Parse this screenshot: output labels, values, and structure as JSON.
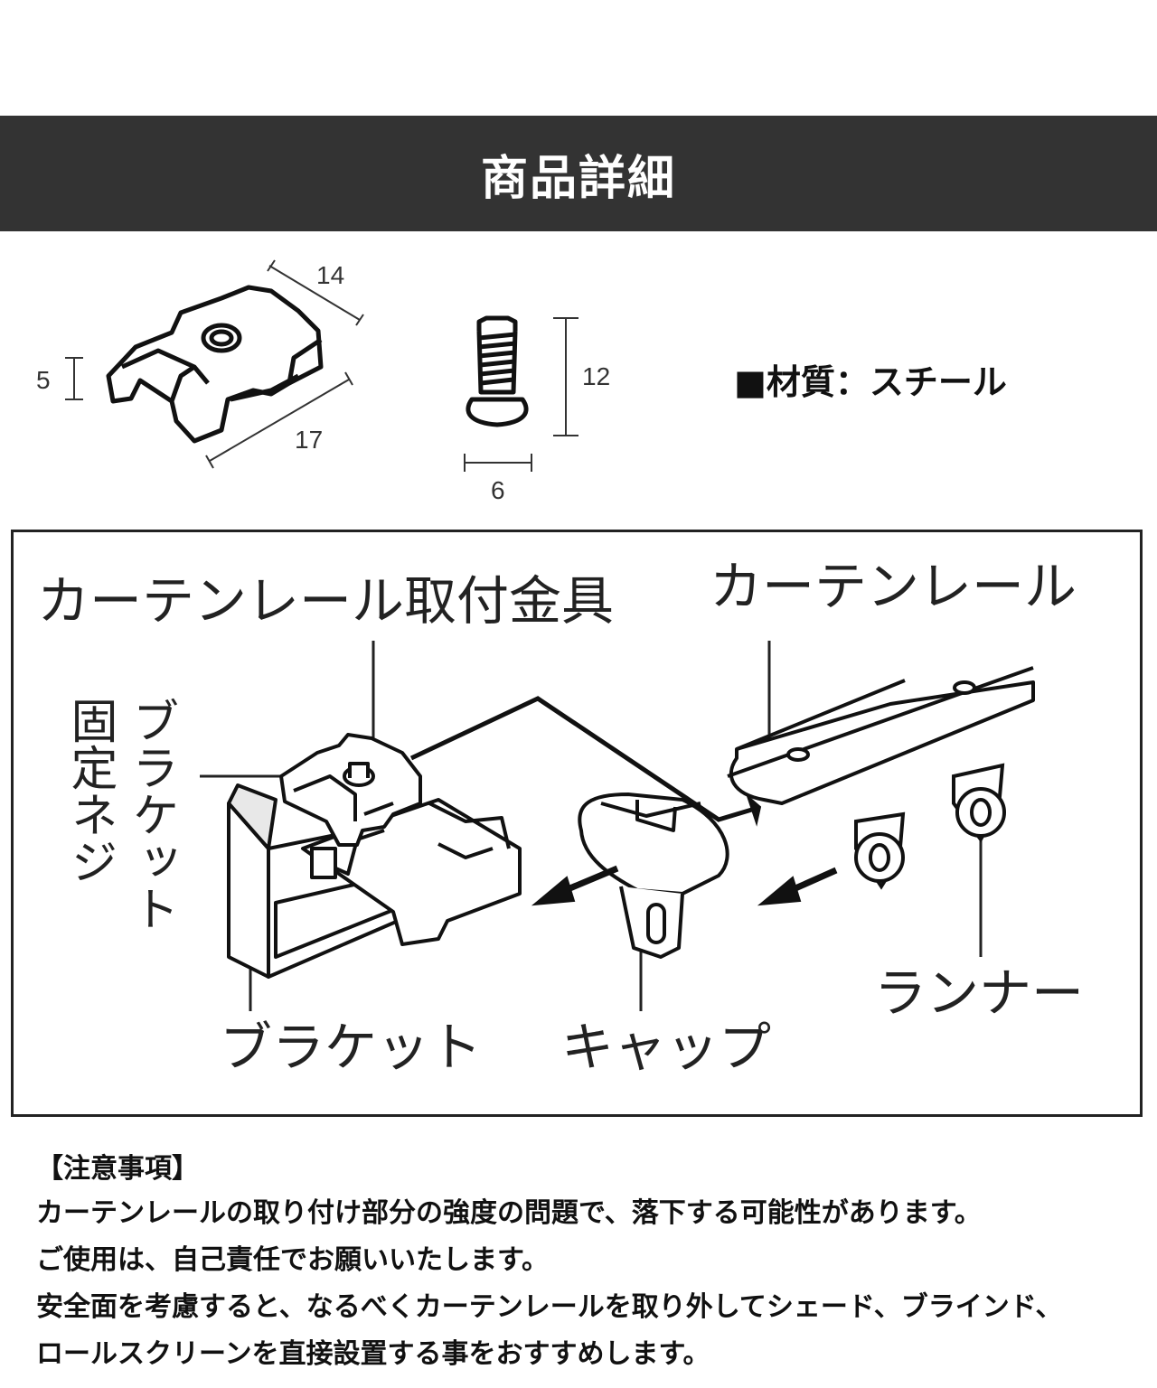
{
  "header": {
    "title": "商品詳細"
  },
  "dimensions": {
    "bracket_width": "14",
    "bracket_length": "17",
    "bracket_height": "5",
    "screw_length": "12",
    "screw_diameter": "6"
  },
  "material": "■材質：スチール",
  "diagram": {
    "label_fitting": "カーテンレール取付金具",
    "label_rail": "カーテンレール",
    "label_fixing_screw": "固定ネジ",
    "label_bracket_vertical": "ブラケット",
    "label_bracket": "ブラケット",
    "label_cap": "キャップ",
    "label_runner": "ランナー"
  },
  "notes": {
    "heading": "【注意事項】",
    "lines": [
      "カーテンレールの取り付け部分の強度の問題で、落下する可能性があります。",
      "ご使用は、自己責任でお願いいたします。",
      "安全面を考慮すると、なるべくカーテンレールを取り外してシェード、ブラインド、",
      "ロールスクリーンを直接設置する事をおすすめします。"
    ]
  }
}
